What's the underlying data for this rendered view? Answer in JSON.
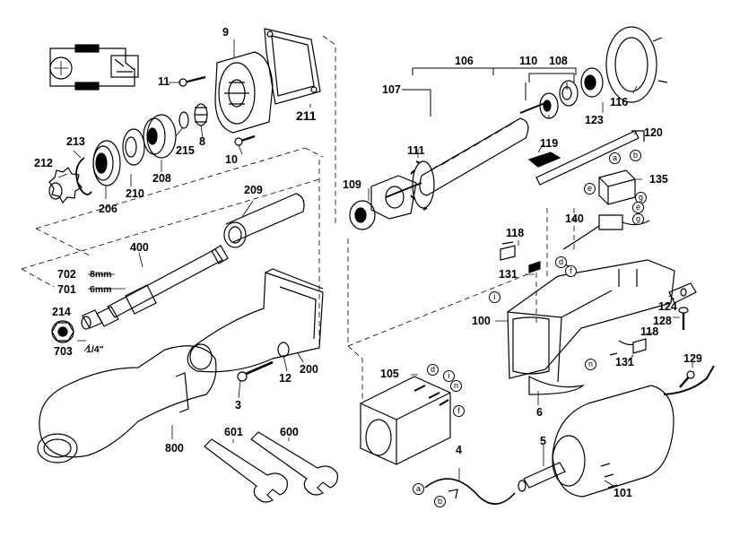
{
  "part_labels": {
    "p9": "9",
    "p11": "11",
    "p211": "211",
    "p8": "8",
    "p215": "215",
    "p10": "10",
    "p213": "213",
    "p212": "212",
    "p206": "206",
    "p210": "210",
    "p208": "208",
    "p209": "209",
    "p400": "400",
    "p702": "702",
    "p701": "701",
    "p214": "214",
    "p703": "703",
    "p200": "200",
    "p12": "12",
    "p3": "3",
    "p800": "800",
    "p601": "601",
    "p600": "600",
    "p106": "106",
    "p107": "107",
    "p110": "110",
    "p108": "108",
    "p123": "123",
    "p116": "116",
    "p111": "111",
    "p109": "109",
    "p119": "119",
    "p120": "120",
    "p135": "135",
    "p140": "140",
    "p118a": "118",
    "p131a": "131",
    "p100": "100",
    "p124": "124",
    "p128": "128",
    "p118b": "118",
    "p131b": "131",
    "p6": "6",
    "p105": "105",
    "p129": "129",
    "p4": "4",
    "p5": "5",
    "p101": "101"
  },
  "collet_sizes": {
    "s702": "8mm",
    "s701": "6mm",
    "s703": "1/4\""
  },
  "wire_letters": {
    "a": "a",
    "b": "b",
    "d": "d",
    "e": "e",
    "f": "f",
    "g": "g",
    "i": "i",
    "n": "n"
  }
}
